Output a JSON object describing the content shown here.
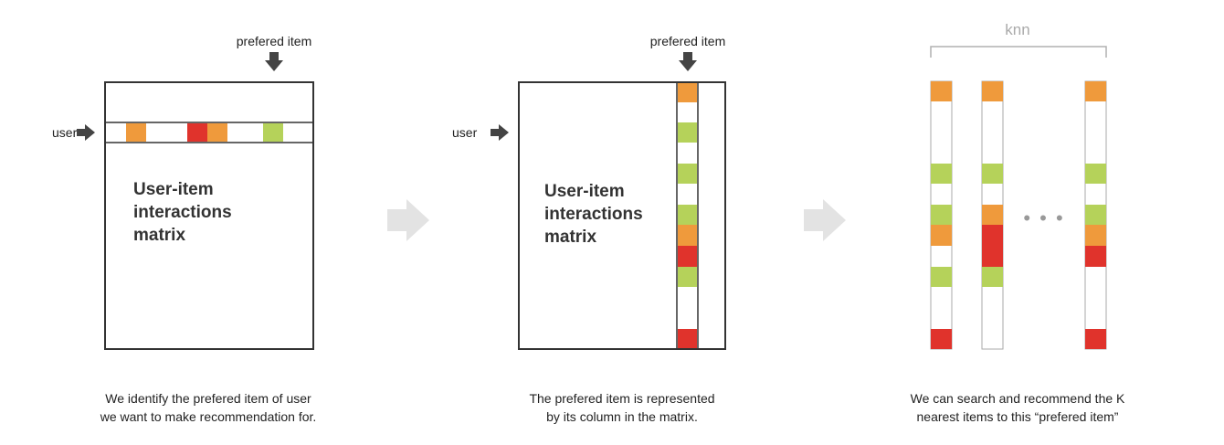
{
  "colors": {
    "orange": "#ef9a3c",
    "red": "#e0332c",
    "green": "#b5d25a",
    "arrow": "#444444",
    "big_arrow": "#e3e3e3",
    "knn_bracket": "#b0b0b0",
    "border": "#333333"
  },
  "panel1": {
    "preferred_label": "prefered item",
    "user_label": "user",
    "title": [
      "User-item",
      "interactions",
      "matrix"
    ],
    "caption": [
      "We identify the prefered item of user",
      "we want to make recommendation for."
    ]
  },
  "panel2": {
    "preferred_label": "prefered item",
    "user_label": "user",
    "title": [
      "User-item",
      "interactions",
      "matrix"
    ],
    "caption": [
      "The prefered item is represented",
      "by its column in the matrix."
    ]
  },
  "panel3": {
    "knn_label": "knn",
    "ellipsis": "• • •",
    "caption": [
      "We can search and recommend the K",
      "nearest items to this “prefered item”"
    ]
  },
  "icons": {
    "down_arrow": "down-arrow-icon",
    "right_arrow": "right-arrow-icon",
    "flow_arrow": "flow-arrow-icon"
  }
}
